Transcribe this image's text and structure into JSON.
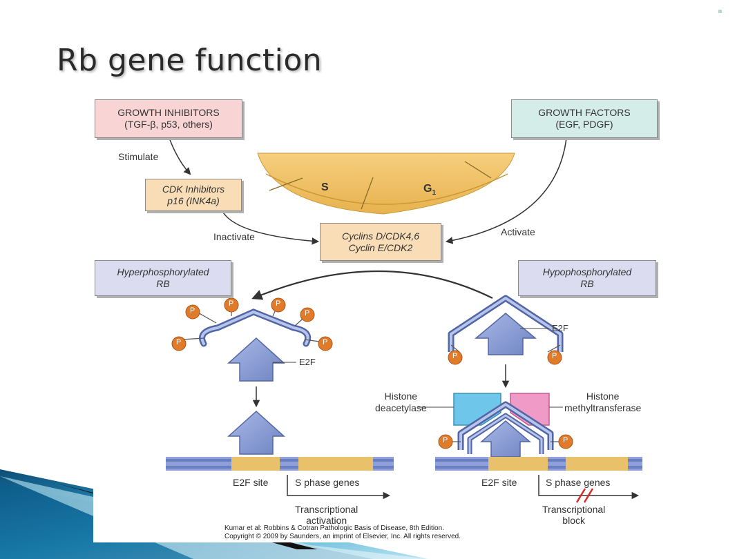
{
  "slide": {
    "title": "Rb gene function"
  },
  "diagram": {
    "growth_inhibitors": {
      "line1": "GROWTH INHIBITORS",
      "line2": "(TGF-β, p53, others)"
    },
    "growth_factors": {
      "line1": "GROWTH FACTORS",
      "line2": "(EGF, PDGF)"
    },
    "cdk_inhibitors": {
      "line1": "CDK Inhibitors",
      "line2": "p16 (INK4a)"
    },
    "cyclins": {
      "line1": "Cyclins D/CDK4,6",
      "line2": "Cyclin E/CDK2"
    },
    "hyper_rb": {
      "line1": "Hyperphosphorylated",
      "line2": "RB"
    },
    "hypo_rb": {
      "line1": "Hypophosphorylated",
      "line2": "RB"
    },
    "labels": {
      "stimulate": "Stimulate",
      "inactivate": "Inactivate",
      "activate": "Activate",
      "s_phase": "S",
      "g1_phase": "G",
      "g1_sub": "1",
      "e2f_left": "E2F",
      "e2f_right": "E2F",
      "phospho": "P",
      "histone_deacetylase_1": "Histone",
      "histone_deacetylase_2": "deacetylase",
      "histone_methyl_1": "Histone",
      "histone_methyl_2": "methyltransferase",
      "e2f_site_left": "E2F site",
      "s_phase_genes_left": "S phase genes",
      "e2f_site_right": "E2F site",
      "s_phase_genes_right": "S phase genes",
      "transcriptional_activation_1": "Transcriptional",
      "transcriptional_activation_2": "activation",
      "transcriptional_block_1": "Transcriptional",
      "transcriptional_block_2": "block"
    },
    "credit": {
      "line1": "Kumar et al: Robbins & Cotran Pathologic Basis of Disease, 8th Edition.",
      "line2": "Copyright © 2009 by Saunders, an imprint of Elsevier, Inc. All rights reserved."
    }
  },
  "colors": {
    "accent_blue": "#1a7fb0",
    "protein_blue": "#8fa3d6",
    "phospho_orange": "#e07b2a",
    "cell_cycle_gold": "#f0c060"
  }
}
